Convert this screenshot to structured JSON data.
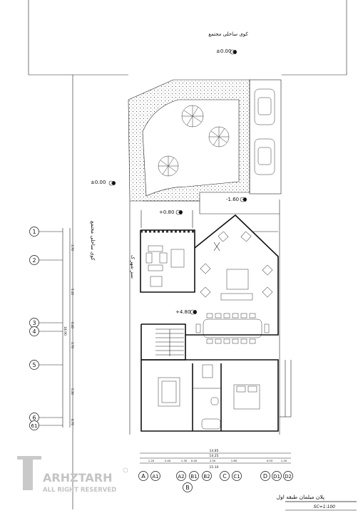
{
  "street_top_label": "کوی ساحلی مجتمع",
  "street_side_label": "کوی ساحلی مجتمع",
  "garden_label": "سبز شهر ک",
  "levels": {
    "street_top": "±0.00",
    "street_side": "±0.00",
    "parking": "-1.60",
    "terrace": "+0.80",
    "main_floor": "+4.80"
  },
  "grid_rows": [
    "1",
    "2",
    "3",
    "4",
    "5",
    "6",
    "61"
  ],
  "row_dims": [
    "3.70",
    "5.10",
    "0.40",
    "3.70",
    "5.30",
    "0.70"
  ],
  "row_total": "18.90",
  "grid_cols": [
    "A",
    "A1",
    "A2",
    "B1",
    "B2",
    "C",
    "C1",
    "D",
    "D1",
    "D2",
    "B"
  ],
  "col_dims_top": "14.85",
  "col_dims_second": "14.25",
  "col_dims_third": "15.10",
  "col_segments": [
    "1.20",
    "2.40",
    "1.30",
    "0.40",
    "2.50",
    "1.80",
    "0.03",
    "1.20"
  ],
  "drawing_title": "پلان مبلمان طبقه اول",
  "scale": "SC=1:100",
  "watermark": {
    "brand": "ARHZTARH",
    "sub": "ALL RIGHT RESERVED"
  }
}
